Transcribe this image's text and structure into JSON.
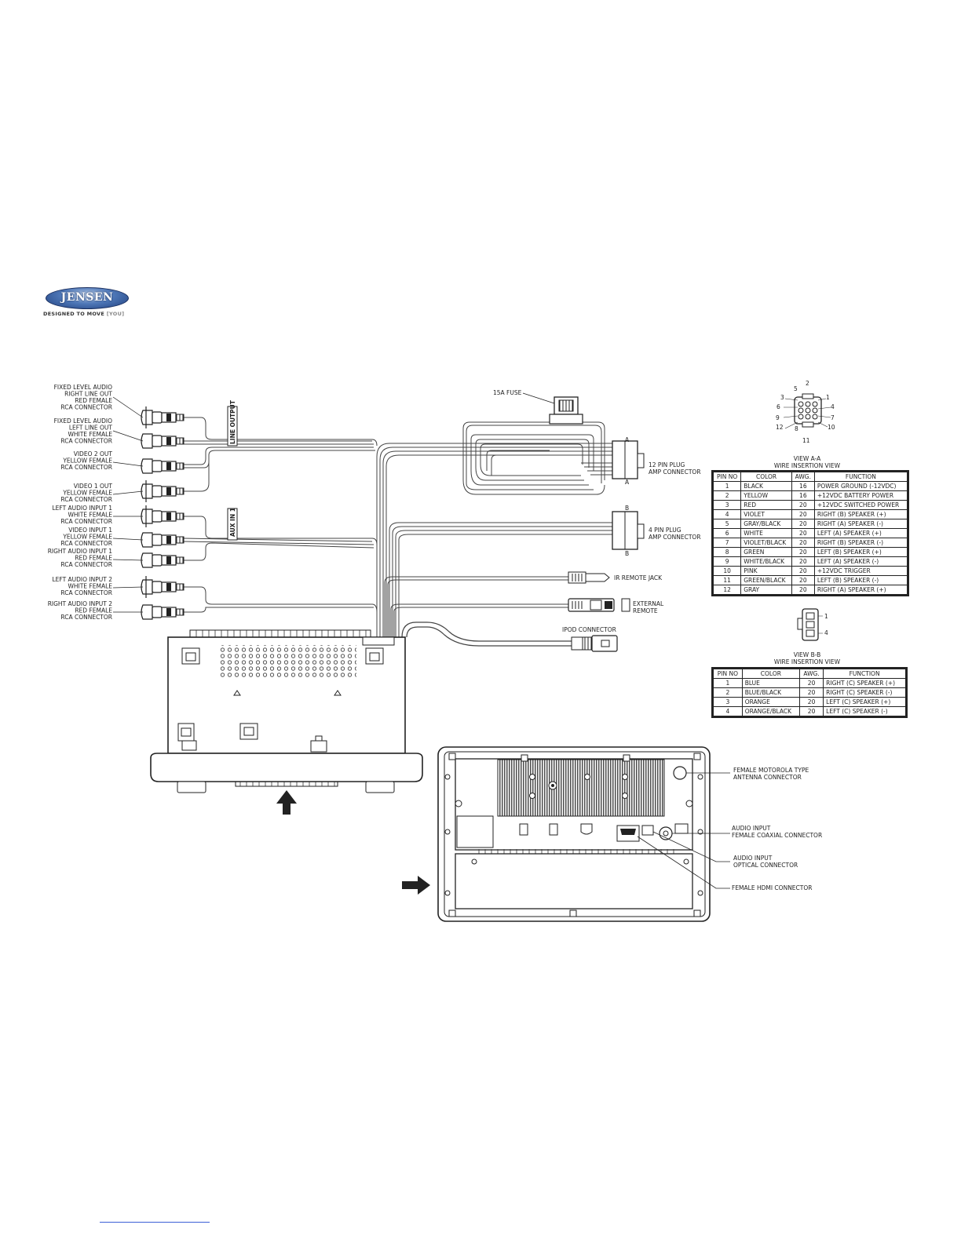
{
  "brand": {
    "logo_text": "JENSEN",
    "tagline": "DESIGNED TO MOVE",
    "tagline_you": "[YOU]"
  },
  "left_connectors": [
    {
      "lines": [
        "FIXED LEVEL AUDIO",
        "RIGHT LINE OUT",
        "RED FEMALE",
        "RCA CONNECTOR"
      ]
    },
    {
      "lines": [
        "FIXED LEVEL AUDIO",
        "LEFT LINE OUT",
        "WHITE FEMALE",
        "RCA CONNECTOR"
      ]
    },
    {
      "lines": [
        "VIDEO 2 OUT",
        "YELLOW FEMALE",
        "RCA CONNECTOR"
      ]
    },
    {
      "lines": [
        "VIDEO 1 OUT",
        "YELLOW FEMALE",
        "RCA CONNECTOR"
      ]
    },
    {
      "lines": [
        "LEFT AUDIO INPUT 1",
        "WHITE FEMALE",
        "RCA CONNECTOR"
      ]
    },
    {
      "lines": [
        "VIDEO INPUT 1",
        "YELLOW FEMALE",
        "RCA CONNECTOR"
      ]
    },
    {
      "lines": [
        "RIGHT AUDIO INPUT 1",
        "RED FEMALE",
        "RCA CONNECTOR"
      ]
    },
    {
      "lines": [
        "LEFT AUDIO INPUT 2",
        "WHITE FEMALE",
        "RCA CONNECTOR"
      ]
    },
    {
      "lines": [
        "RIGHT AUDIO INPUT 2",
        "RED FEMALE",
        "RCA CONNECTOR"
      ]
    }
  ],
  "tags": {
    "line_output": "LINE OUTPUT",
    "aux_in": "AUX IN 1"
  },
  "right_labels": {
    "fuse": "15A FUSE",
    "plug12": [
      "12 PIN PLUG",
      "AMP CONNECTOR"
    ],
    "plug4": [
      "4 PIN PLUG",
      "AMP CONNECTOR"
    ],
    "ir_remote": "IR REMOTE JACK",
    "external_remote": [
      "EXTERNAL",
      "REMOTE"
    ],
    "ipod": "IPOD CONNECTOR",
    "a_mark": "A",
    "b_mark": "B"
  },
  "rear_labels": {
    "antenna": [
      "FEMALE MOTOROLA TYPE",
      "ANTENNA CONNECTOR"
    ],
    "coax": [
      "AUDIO INPUT",
      "FEMALE COAXIAL CONNECTOR"
    ],
    "optical": [
      "AUDIO INPUT",
      "OPTICAL CONNECTOR"
    ],
    "hdmi": "FEMALE HDMI CONNECTOR"
  },
  "view_aa": {
    "title": [
      "VIEW A-A",
      "WIRE INSERTION VIEW"
    ],
    "pin_numbers": [
      "1",
      "2",
      "3",
      "4",
      "5",
      "6",
      "7",
      "8",
      "9",
      "10",
      "11",
      "12"
    ],
    "headers": [
      "PIN NO",
      "COLOR",
      "AWG.",
      "FUNCTION"
    ],
    "rows": [
      [
        "1",
        "BLACK",
        "16",
        "POWER GROUND (-12VDC)"
      ],
      [
        "2",
        "YELLOW",
        "16",
        "+12VDC BATTERY POWER"
      ],
      [
        "3",
        "RED",
        "20",
        "+12VDC SWITCHED POWER"
      ],
      [
        "4",
        "VIOLET",
        "20",
        "RIGHT (B) SPEAKER (+)"
      ],
      [
        "5",
        "GRAY/BLACK",
        "20",
        "RIGHT (A) SPEAKER (-)"
      ],
      [
        "6",
        "WHITE",
        "20",
        "LEFT (A) SPEAKER (+)"
      ],
      [
        "7",
        "VIOLET/BLACK",
        "20",
        "RIGHT (B) SPEAKER (-)"
      ],
      [
        "8",
        "GREEN",
        "20",
        "LEFT (B) SPEAKER (+)"
      ],
      [
        "9",
        "WHITE/BLACK",
        "20",
        "LEFT (A) SPEAKER (-)"
      ],
      [
        "10",
        "PINK",
        "20",
        "+12VDC TRIGGER"
      ],
      [
        "11",
        "GREEN/BLACK",
        "20",
        "LEFT (B) SPEAKER (-)"
      ],
      [
        "12",
        "GRAY",
        "20",
        "RIGHT (A) SPEAKER (+)"
      ]
    ]
  },
  "view_bb": {
    "title": [
      "VIEW B-B",
      "WIRE INSERTION VIEW"
    ],
    "pin_numbers": [
      "1",
      "4"
    ],
    "headers": [
      "PIN NO",
      "COLOR",
      "AWG.",
      "FUNCTION"
    ],
    "rows": [
      [
        "1",
        "BLUE",
        "20",
        "RIGHT (C) SPEAKER (+)"
      ],
      [
        "2",
        "BLUE/BLACK",
        "20",
        "RIGHT (C) SPEAKER (-)"
      ],
      [
        "3",
        "ORANGE",
        "20",
        "LEFT (C) SPEAKER (+)"
      ],
      [
        "4",
        "ORANGE/BLACK",
        "20",
        "LEFT (C) SPEAKER (-)"
      ]
    ]
  }
}
